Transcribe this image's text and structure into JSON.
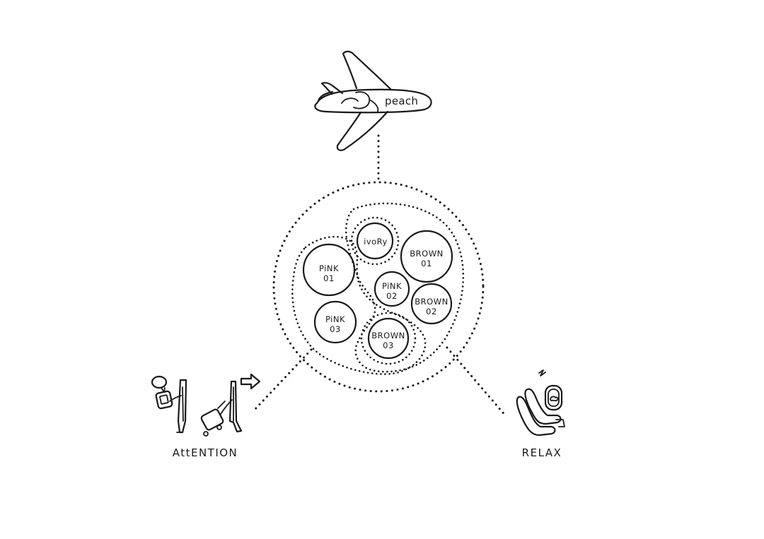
{
  "airline": {
    "brand": "peach"
  },
  "zones": {
    "pink_01": {
      "line1": "PiNK",
      "line2": "01"
    },
    "pink_02": {
      "line1": "PiNK",
      "line2": "02"
    },
    "pink_03": {
      "line1": "PiNK",
      "line2": "03"
    },
    "ivory": {
      "line1": "ivoRy"
    },
    "brown_01": {
      "line1": "BROWN",
      "line2": "01"
    },
    "brown_02": {
      "line1": "BROWN",
      "line2": "02"
    },
    "brown_03": {
      "line1": "BROWN",
      "line2": "03"
    }
  },
  "moods": {
    "attention": "AttENTION",
    "relax": "RELAX"
  },
  "icons": {
    "airplane": "airplane-icon",
    "person_phone": "person-with-phone-icon",
    "person_luggage": "person-with-luggage-icon",
    "arrow": "arrow-right-icon",
    "seat": "reclined-seat-icon",
    "window": "airplane-window-icon"
  },
  "colors": {
    "ink": "#1a1a1a",
    "background": "#ffffff"
  }
}
